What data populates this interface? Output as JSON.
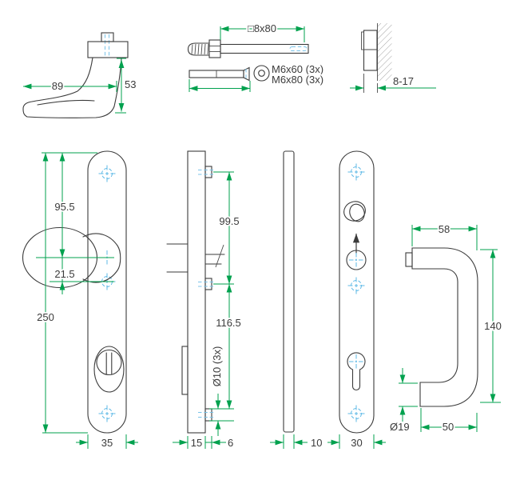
{
  "colors": {
    "outline": "#3b3b3b",
    "dimension": "#00a14e",
    "center_mark": "#5cb8e6"
  },
  "views": {
    "lever_side": {
      "width": "89",
      "height": "53"
    },
    "fasteners": {
      "spindle_dim": "□8x80",
      "screw_label_1": "M6x60 (3x)",
      "screw_label_2": "M6x80 (3x)"
    },
    "door_section": {
      "grip_range": "8-17"
    },
    "outer_plate": {
      "top_to_lever": "95.5",
      "lever_to_mark": "21.5",
      "length": "250",
      "width": "35"
    },
    "plate_profile": {
      "upper_pitch": "99.5",
      "lower_pitch": "116.5",
      "peg_dia": "Ø10 (3x)",
      "thickness": "15",
      "peg_length": "6"
    },
    "cover_profile": {
      "thickness": "10"
    },
    "inner_plate": {
      "width": "30"
    },
    "pull_handle": {
      "depth": "58",
      "height": "140",
      "tube_dia": "Ø19",
      "bottom_depth": "50"
    }
  }
}
